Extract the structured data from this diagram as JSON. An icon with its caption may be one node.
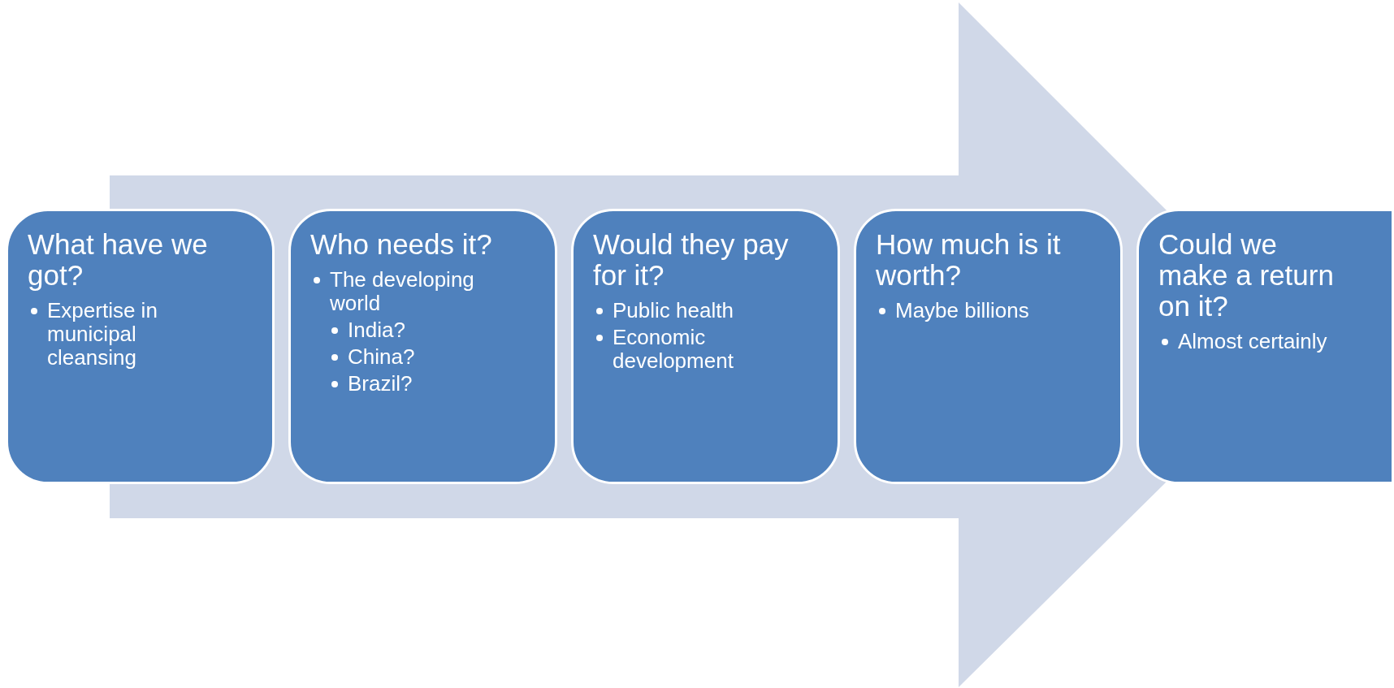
{
  "diagram": {
    "nodes": [
      {
        "text": [
          "What have we got?",
          "Expertise in municipal cleansing"
        ]
      },
      {
        "text": [
          "Who needs it?",
          "The developing world",
          "India?",
          "China?",
          "Brazil?"
        ]
      },
      {
        "text": [
          "Would they pay for it?",
          "Public health",
          "Economic development"
        ]
      },
      {
        "text": [
          "How much is it worth?",
          "Maybe billions"
        ]
      },
      {
        "text": [
          "Could we make a return on it?",
          "Almost certainly"
        ]
      }
    ],
    "edges": [
      {
        "from": 0,
        "to": 4,
        "arrow": "to"
      }
    ]
  }
}
